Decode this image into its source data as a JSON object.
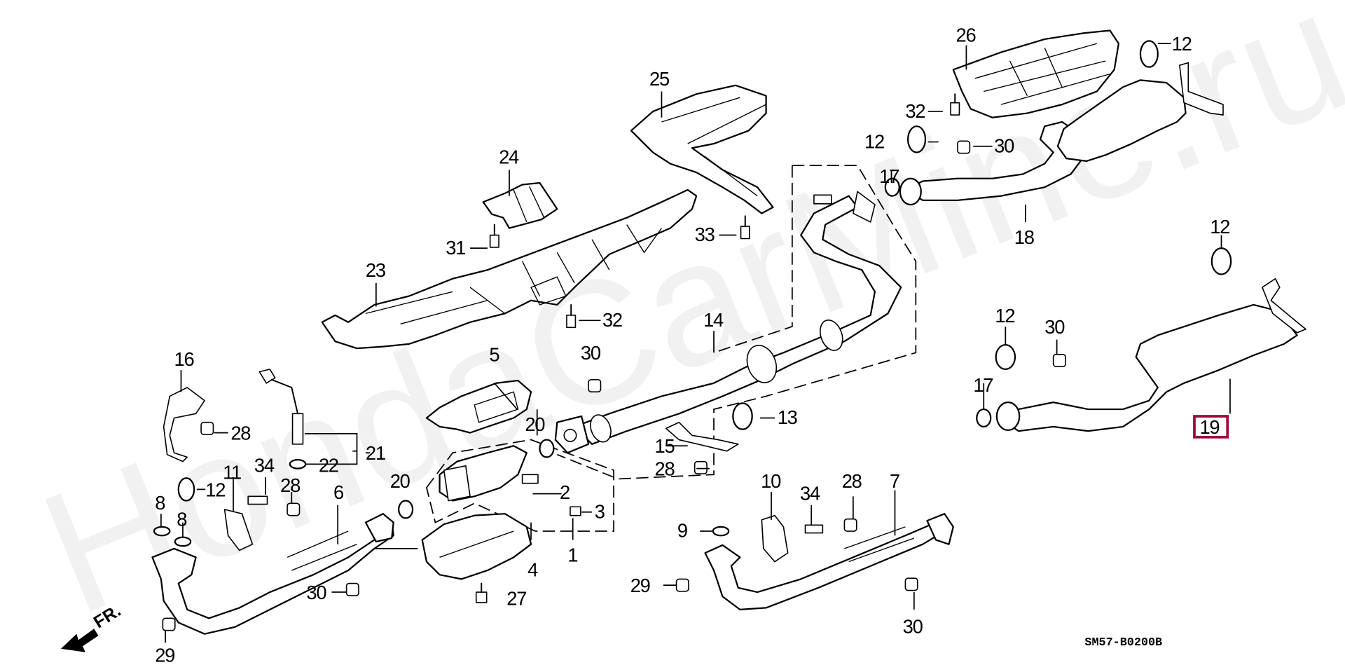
{
  "diagram": {
    "title_code": "SM57-B0200B",
    "watermark": "HondaCarMine.ru",
    "direction_label": "FR.",
    "highlight_color": "#9b0a3c",
    "highlighted_part": "19",
    "callouts": {
      "c1": "1",
      "c2": "2",
      "c3": "3",
      "c4": "4",
      "c5": "5",
      "c6": "6",
      "c7": "7",
      "c8a": "8",
      "c8b": "8",
      "c9": "9",
      "c10": "10",
      "c11": "11",
      "c12a": "12",
      "c12b": "12",
      "c12c": "12",
      "c12d": "12",
      "c12e": "12",
      "c13": "13",
      "c14": "14",
      "c15": "15",
      "c16": "16",
      "c17a": "17",
      "c17b": "17",
      "c18": "18",
      "c19": "19",
      "c20a": "20",
      "c20b": "20",
      "c21": "21",
      "c22": "22",
      "c23": "23",
      "c24": "24",
      "c25": "25",
      "c26": "26",
      "c27": "27",
      "c28a": "28",
      "c28b": "28",
      "c28c": "28",
      "c28d": "28",
      "c29a": "29",
      "c29b": "29",
      "c30a": "30",
      "c30b": "30",
      "c30c": "30",
      "c30d": "30",
      "c30e": "30",
      "c31": "31",
      "c32a": "32",
      "c32b": "32",
      "c33": "33",
      "c34a": "34",
      "c34b": "34"
    }
  }
}
